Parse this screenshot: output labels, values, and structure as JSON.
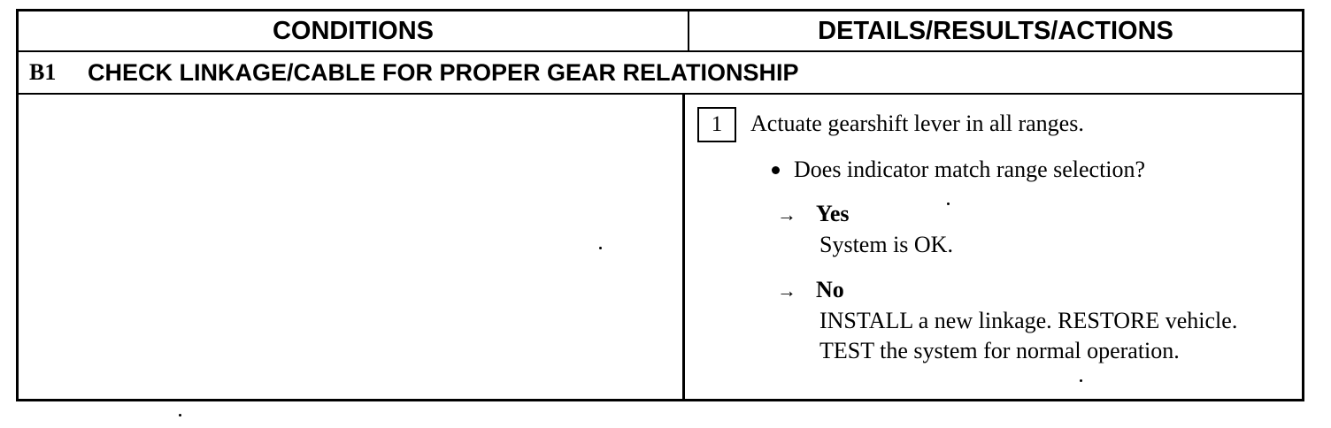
{
  "header": {
    "conditions": "CONDITIONS",
    "details": "DETAILS/RESULTS/ACTIONS"
  },
  "section": {
    "id": "B1",
    "title": "CHECK LINKAGE/CABLE FOR PROPER GEAR RELATIONSHIP"
  },
  "step": {
    "number": "1",
    "instruction": "Actuate gearshift lever in all ranges.",
    "question": "Does indicator match range selection?",
    "results": [
      {
        "arrow": "→",
        "label": "Yes",
        "action": "System is OK."
      },
      {
        "arrow": "→",
        "label": "No",
        "action": "INSTALL a new linkage. RESTORE vehicle. TEST the system for normal operation."
      }
    ]
  }
}
